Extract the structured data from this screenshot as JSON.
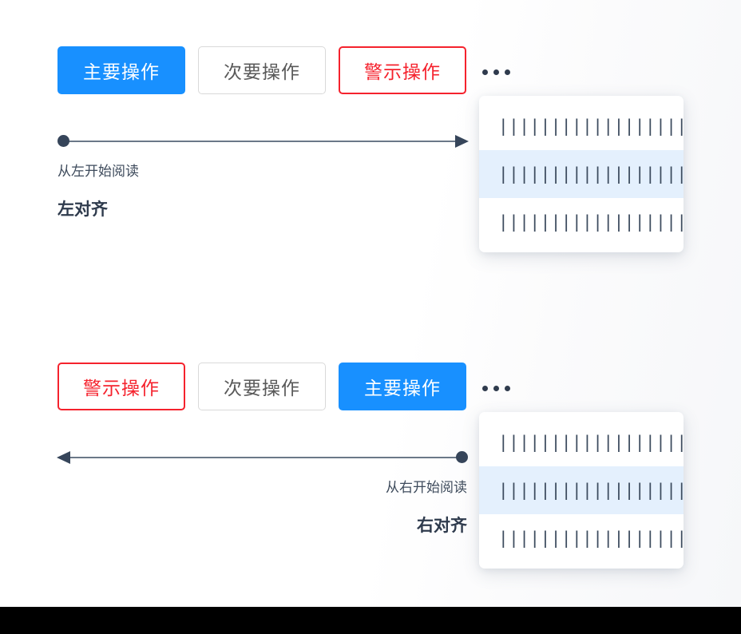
{
  "page": {
    "background_color": "#ffffff",
    "footer_color": "#000000"
  },
  "colors": {
    "primary": "#1890ff",
    "danger": "#f5222d",
    "secondary_border": "#d9d9d9",
    "secondary_text": "#595959",
    "arrow": "#36455a",
    "arrow_line": "#6b7888",
    "dropdown_active": "#e4f0fd",
    "placeholder_bars": "#3c4b5e"
  },
  "sections": [
    {
      "id": "ltr",
      "direction": "left-to-right",
      "buttons": [
        {
          "label": "主要操作",
          "type": "primary",
          "name": "primary-action-button"
        },
        {
          "label": "次要操作",
          "type": "secondary",
          "name": "secondary-action-button"
        },
        {
          "label": "警示操作",
          "type": "danger",
          "name": "danger-action-button"
        }
      ],
      "more_menu": {
        "icon": "ellipsis-icon",
        "name": "more-actions-button"
      },
      "dropdown": {
        "items": [
          {
            "text": "||||||||||||||||||",
            "active": false
          },
          {
            "text": "||||||||||||||||||",
            "active": true
          },
          {
            "text": "||||||||||||||||||",
            "active": false
          }
        ]
      },
      "arrow": {
        "start": "dot",
        "end": "arrowhead",
        "points": "right"
      },
      "caption": "从左开始阅读",
      "caption_strong": "左对齐"
    },
    {
      "id": "rtl",
      "direction": "right-to-left",
      "buttons": [
        {
          "label": "警示操作",
          "type": "danger",
          "name": "danger-action-button"
        },
        {
          "label": "次要操作",
          "type": "secondary",
          "name": "secondary-action-button"
        },
        {
          "label": "主要操作",
          "type": "primary",
          "name": "primary-action-button"
        }
      ],
      "more_menu": {
        "icon": "ellipsis-icon",
        "name": "more-actions-button"
      },
      "dropdown": {
        "items": [
          {
            "text": "||||||||||||||||||",
            "active": false
          },
          {
            "text": "||||||||||||||||||",
            "active": true
          },
          {
            "text": "||||||||||||||||||",
            "active": false
          }
        ]
      },
      "arrow": {
        "start": "arrowhead",
        "end": "dot",
        "points": "left"
      },
      "caption": "从右开始阅读",
      "caption_strong": "右对齐"
    }
  ]
}
